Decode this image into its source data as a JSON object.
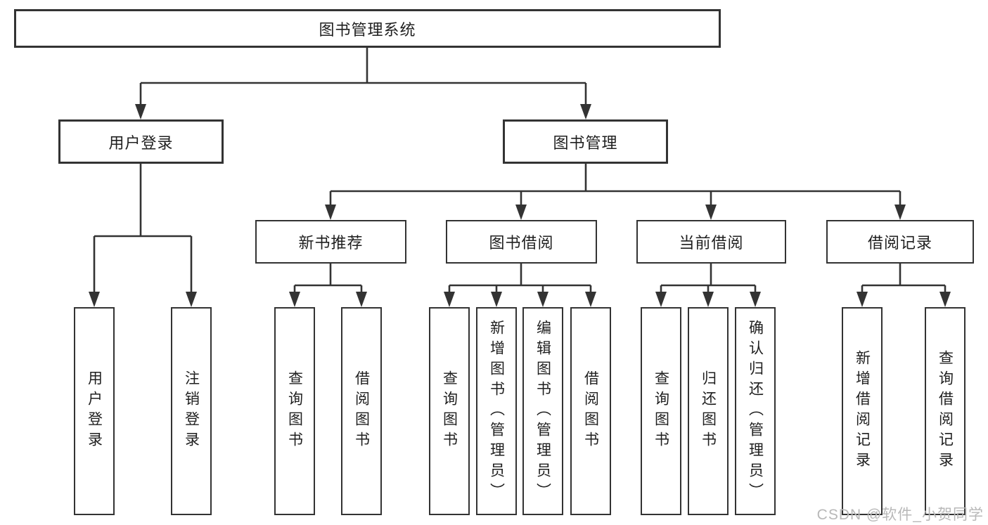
{
  "diagram": {
    "colors": {
      "line": "#333333",
      "text": "#1f1f1f",
      "background": "#ffffff",
      "watermark": "#b8b8b8"
    },
    "root": {
      "label": "图书管理系统"
    },
    "level2": [
      {
        "label": "用户登录"
      },
      {
        "label": "图书管理"
      }
    ],
    "level3": [
      {
        "label": "新书推荐"
      },
      {
        "label": "图书借阅"
      },
      {
        "label": "当前借阅"
      },
      {
        "label": "借阅记录"
      }
    ],
    "leaves": [
      {
        "label": "用户登录"
      },
      {
        "label": "注销登录"
      },
      {
        "label": "查询图书"
      },
      {
        "label": "借阅图书"
      },
      {
        "label": "查询图书"
      },
      {
        "label": "新增图书（管理员）"
      },
      {
        "label": "编辑图书（管理员）"
      },
      {
        "label": "借阅图书"
      },
      {
        "label": "查询图书"
      },
      {
        "label": "归还图书"
      },
      {
        "label": "确认归还（管理员）"
      },
      {
        "label": "新增借阅记录"
      },
      {
        "label": "查询借阅记录"
      }
    ],
    "watermark": "CSDN @软件_小贺同学"
  }
}
